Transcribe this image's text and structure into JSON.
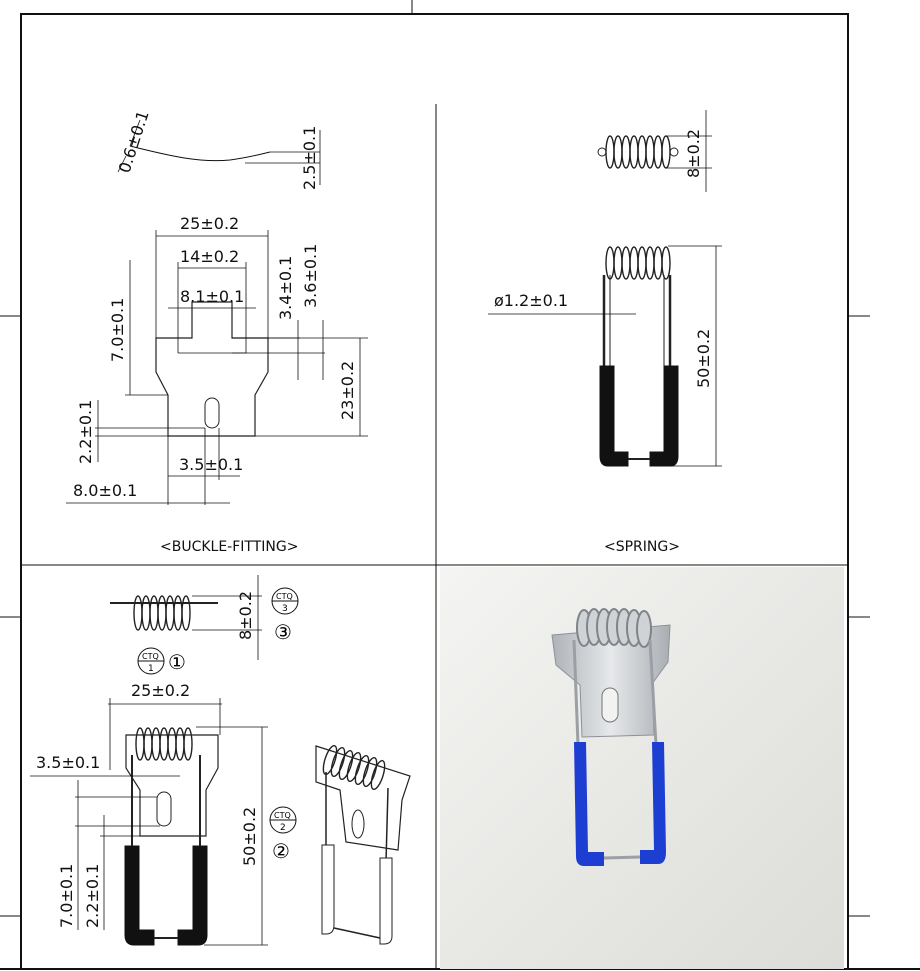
{
  "views": {
    "buckle_fitting": {
      "caption": "<BUCKLE-FITTING>",
      "dims": {
        "thickness": "0.6±0.1",
        "height_side": "2.5±0.1",
        "width_total": "25±0.2",
        "width_mid": "14±0.2",
        "width_slot": "8.1±0.1",
        "notch_a": "3.4±0.1",
        "notch_b": "3.6±0.1",
        "left_v": "7.0±0.1",
        "height_total": "23±0.2",
        "hole_v": "2.2±0.1",
        "hole_w": "3.5±0.1",
        "offset": "8.0±0.1"
      }
    },
    "spring": {
      "caption": "<SPRING>",
      "dims": {
        "coil_d": "8±0.2",
        "wire_d": "ø1.2±0.1",
        "length": "50±0.2"
      }
    },
    "assembly": {
      "dims": {
        "coil_d": "8±0.2",
        "width": "25±0.2",
        "hole_w": "3.5±0.1",
        "length": "50±0.2",
        "v1": "7.0±0.1",
        "v2": "2.2±0.1"
      },
      "ctq": [
        {
          "label": "CTQ",
          "num": "1",
          "circle": "①"
        },
        {
          "label": "CTQ",
          "num": "2",
          "circle": "②"
        },
        {
          "label": "CTQ",
          "num": "3",
          "circle": "③"
        }
      ]
    }
  },
  "colors": {
    "sleeve_black": "#111111",
    "sleeve_blue": "#1d3fd1",
    "metal": "#c9cdd2"
  }
}
